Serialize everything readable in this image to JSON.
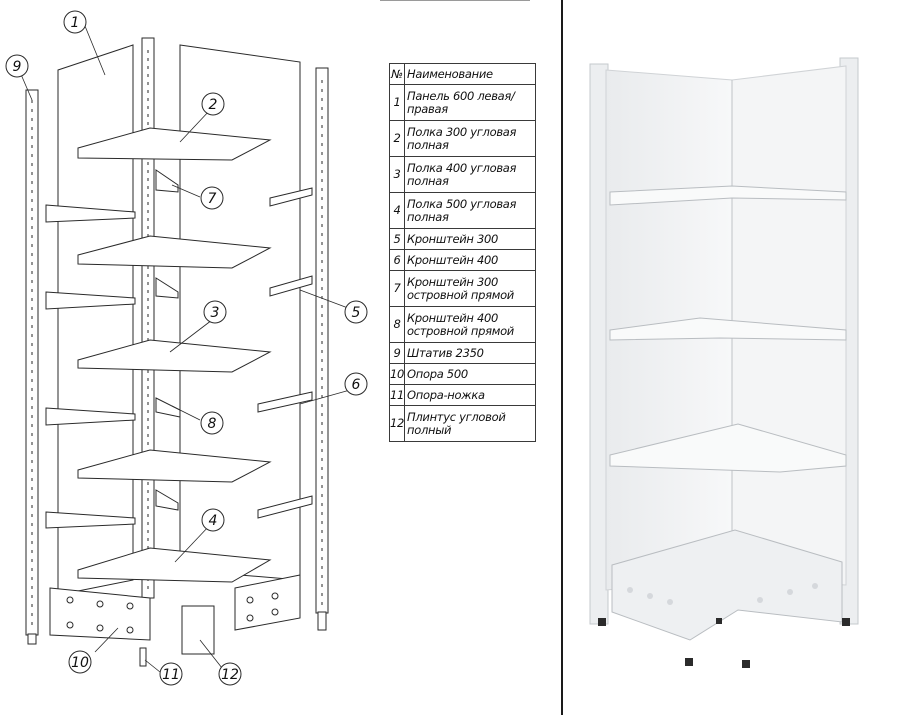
{
  "spec_table": {
    "header": {
      "num": "№",
      "name": "Наименование"
    },
    "rows": [
      {
        "num": "1",
        "name": "Панель 600 левая/правая"
      },
      {
        "num": "2",
        "name": "Полка 300 угловая полная"
      },
      {
        "num": "3",
        "name": "Полка 400 угловая полная"
      },
      {
        "num": "4",
        "name": "Полка 500 угловая полная"
      },
      {
        "num": "5",
        "name": "Кронштейн 300"
      },
      {
        "num": "6",
        "name": "Кронштейн 400"
      },
      {
        "num": "7",
        "name": "Кронштейн 300 островной прямой"
      },
      {
        "num": "8",
        "name": "Кронштейн 400 островной прямой"
      },
      {
        "num": "9",
        "name": "Штатив 2350"
      },
      {
        "num": "10",
        "name": "Опора 500"
      },
      {
        "num": "11",
        "name": "Опора-ножка"
      },
      {
        "num": "12",
        "name": "Плинтус угловой полный"
      }
    ]
  },
  "callouts": [
    "1",
    "2",
    "3",
    "4",
    "5",
    "6",
    "7",
    "8",
    "9",
    "10",
    "11",
    "12"
  ],
  "colors": {
    "line": "#2a2a2a",
    "photo_white": "#f2f3f4",
    "photo_shade": "#c9cdd1"
  }
}
